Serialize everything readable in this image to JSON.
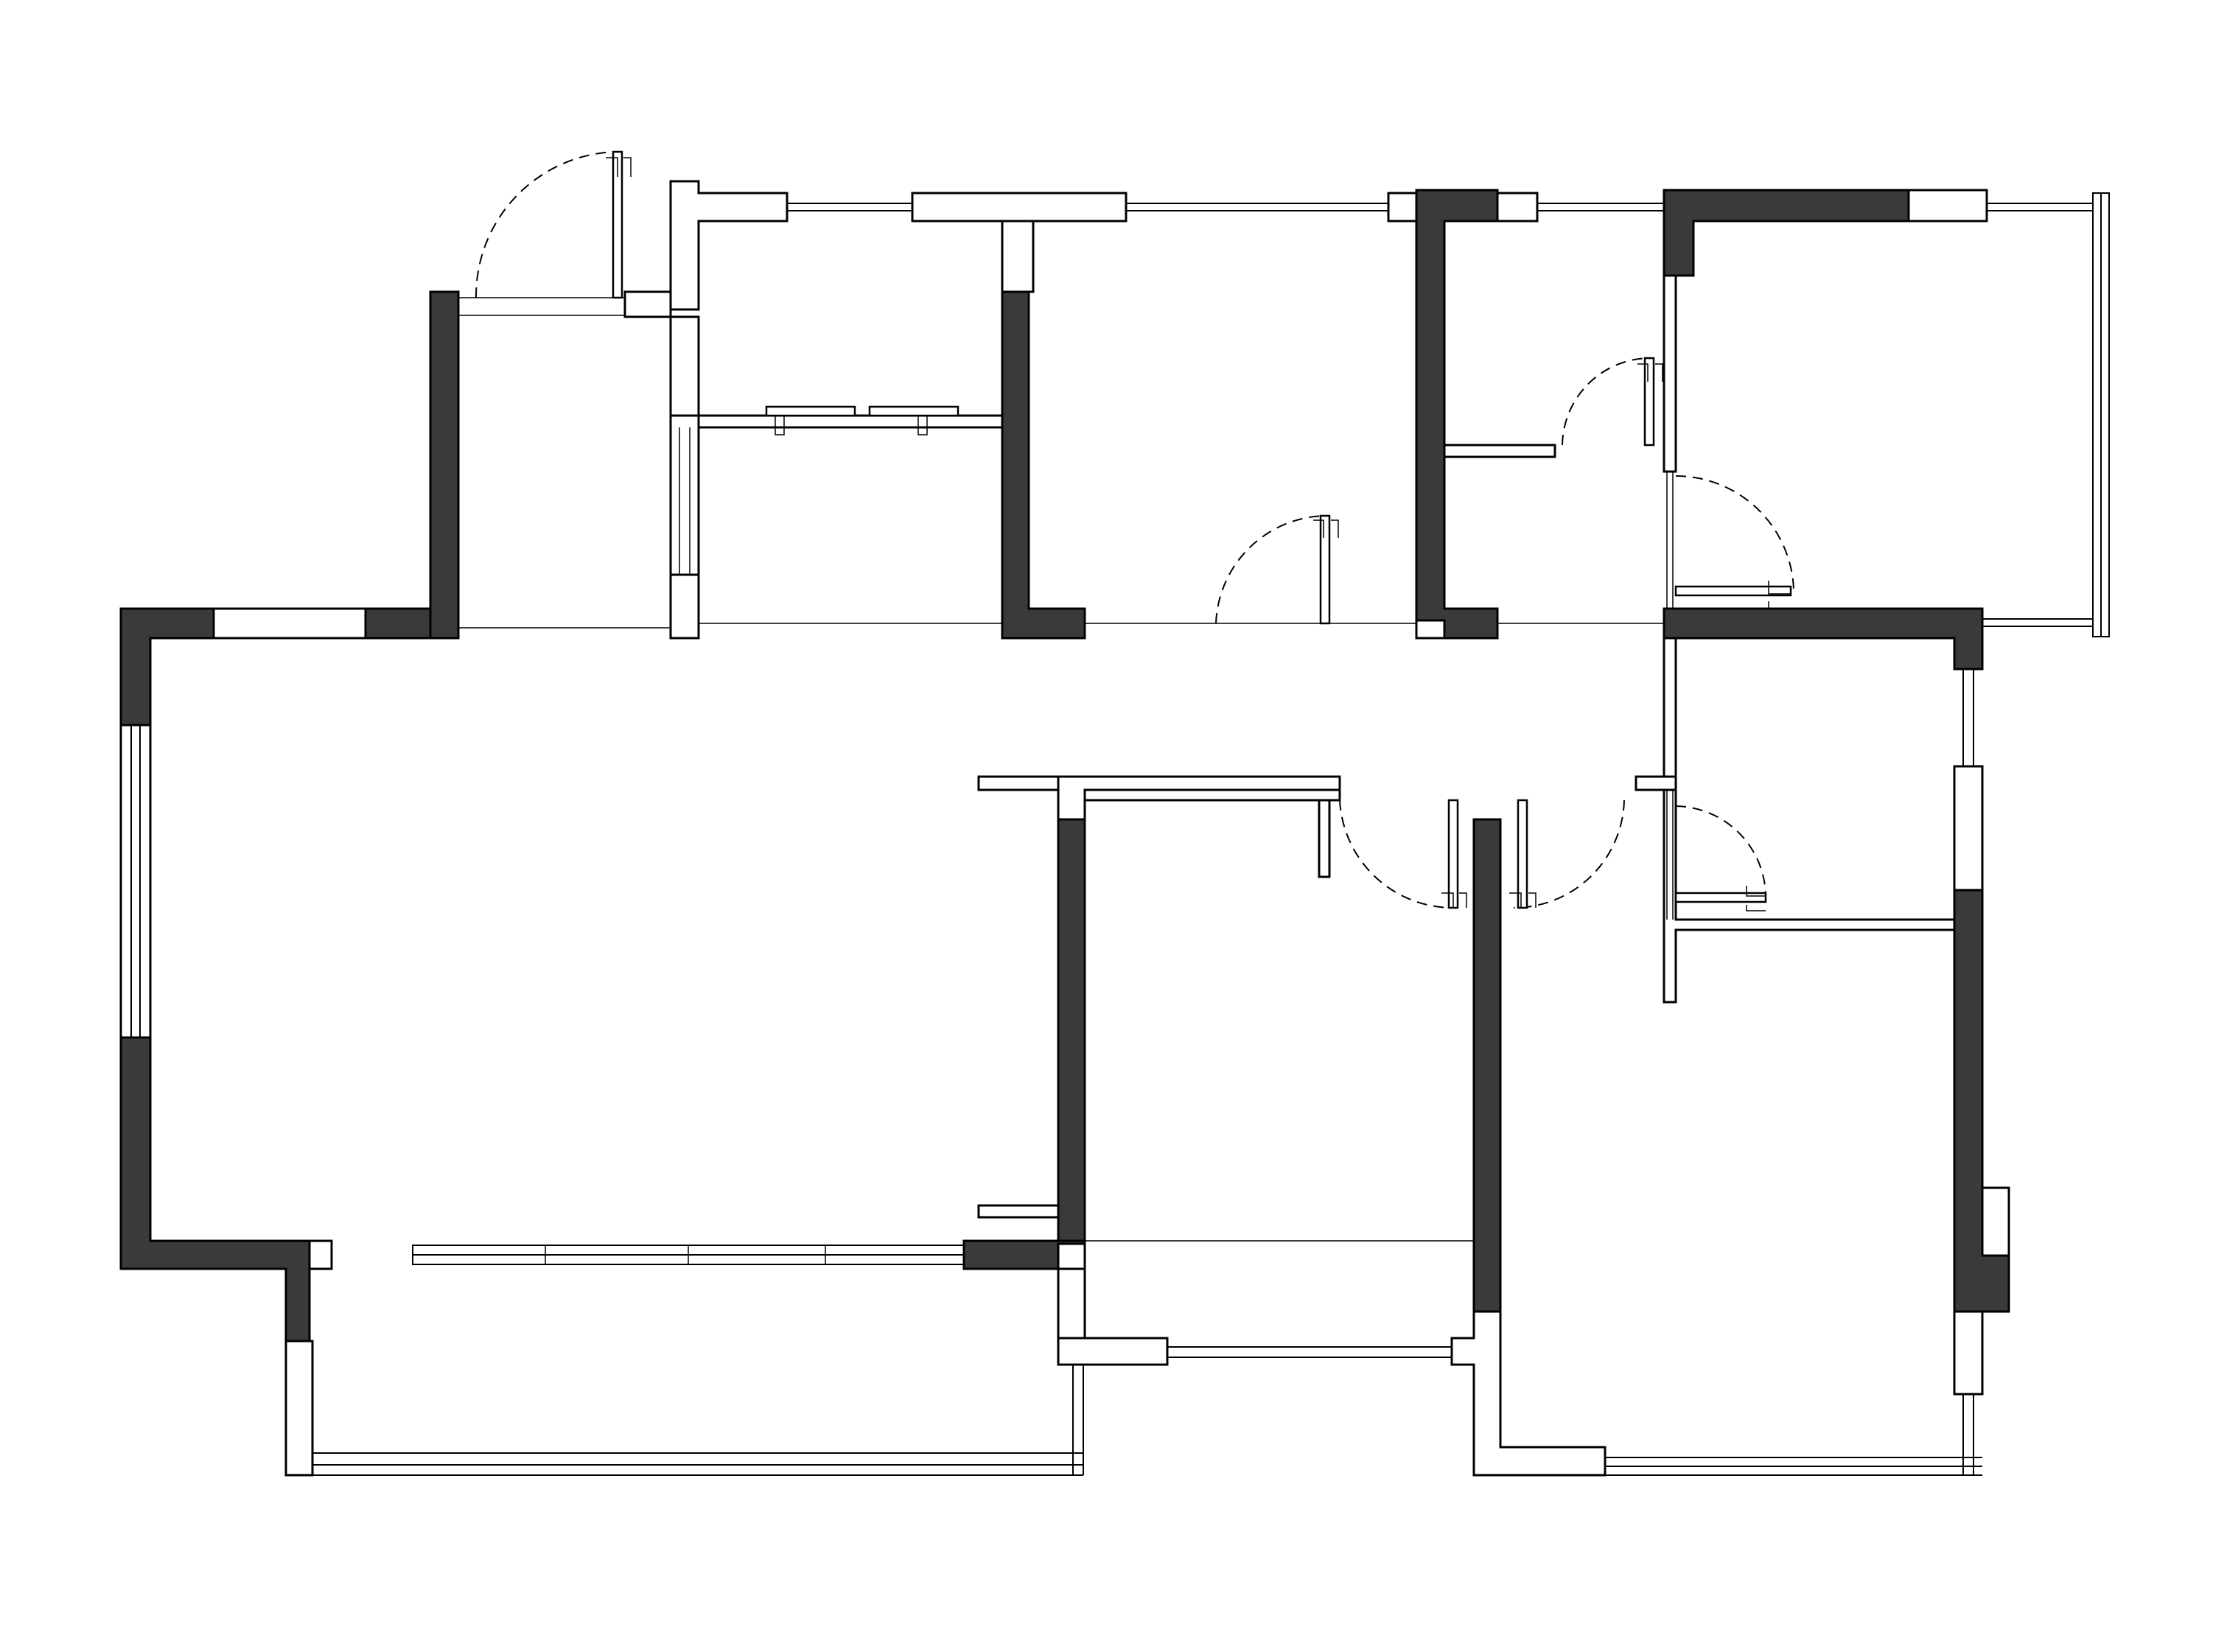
{
  "drawing": {
    "kind": "apartment floor plan",
    "background_color": "#ffffff",
    "line_color": "#000000",
    "structural_wall_color": "#3a3a3a",
    "partition_wall_color": "#ffffff",
    "door_count": 7,
    "window_count": 14
  }
}
